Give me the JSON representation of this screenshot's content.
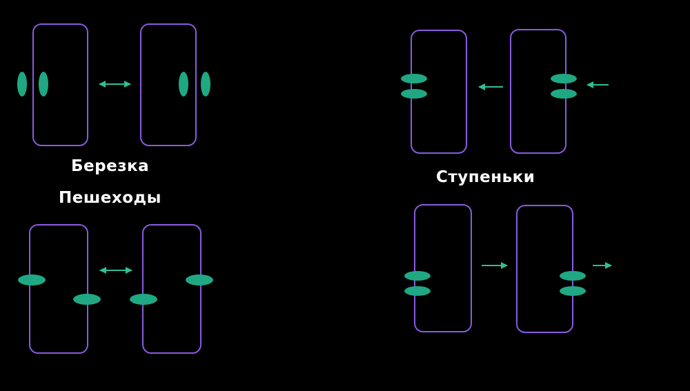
{
  "captions": {
    "berezka": "Березка",
    "peshehody": "Пешеходы",
    "stupenki": "Ступеньки"
  },
  "colors": {
    "background": "#000000",
    "frame": "#8a5be0",
    "foot": "#1fa883",
    "arrow": "#2fbf95",
    "text": "#ffffff"
  },
  "diagrams": [
    {
      "id": "berezka",
      "feet": "heels-together then toes-apart (vertical, parallel)",
      "arrow": "double"
    },
    {
      "id": "stupenki",
      "feet": "horizontal pair stepping sideways",
      "arrow": "left"
    },
    {
      "id": "peshehody",
      "feet": "staggered horizontal feet",
      "arrow": "double"
    },
    {
      "id": "stupenki-reverse",
      "feet": "horizontal pair stepping sideways",
      "arrow": "right"
    }
  ]
}
